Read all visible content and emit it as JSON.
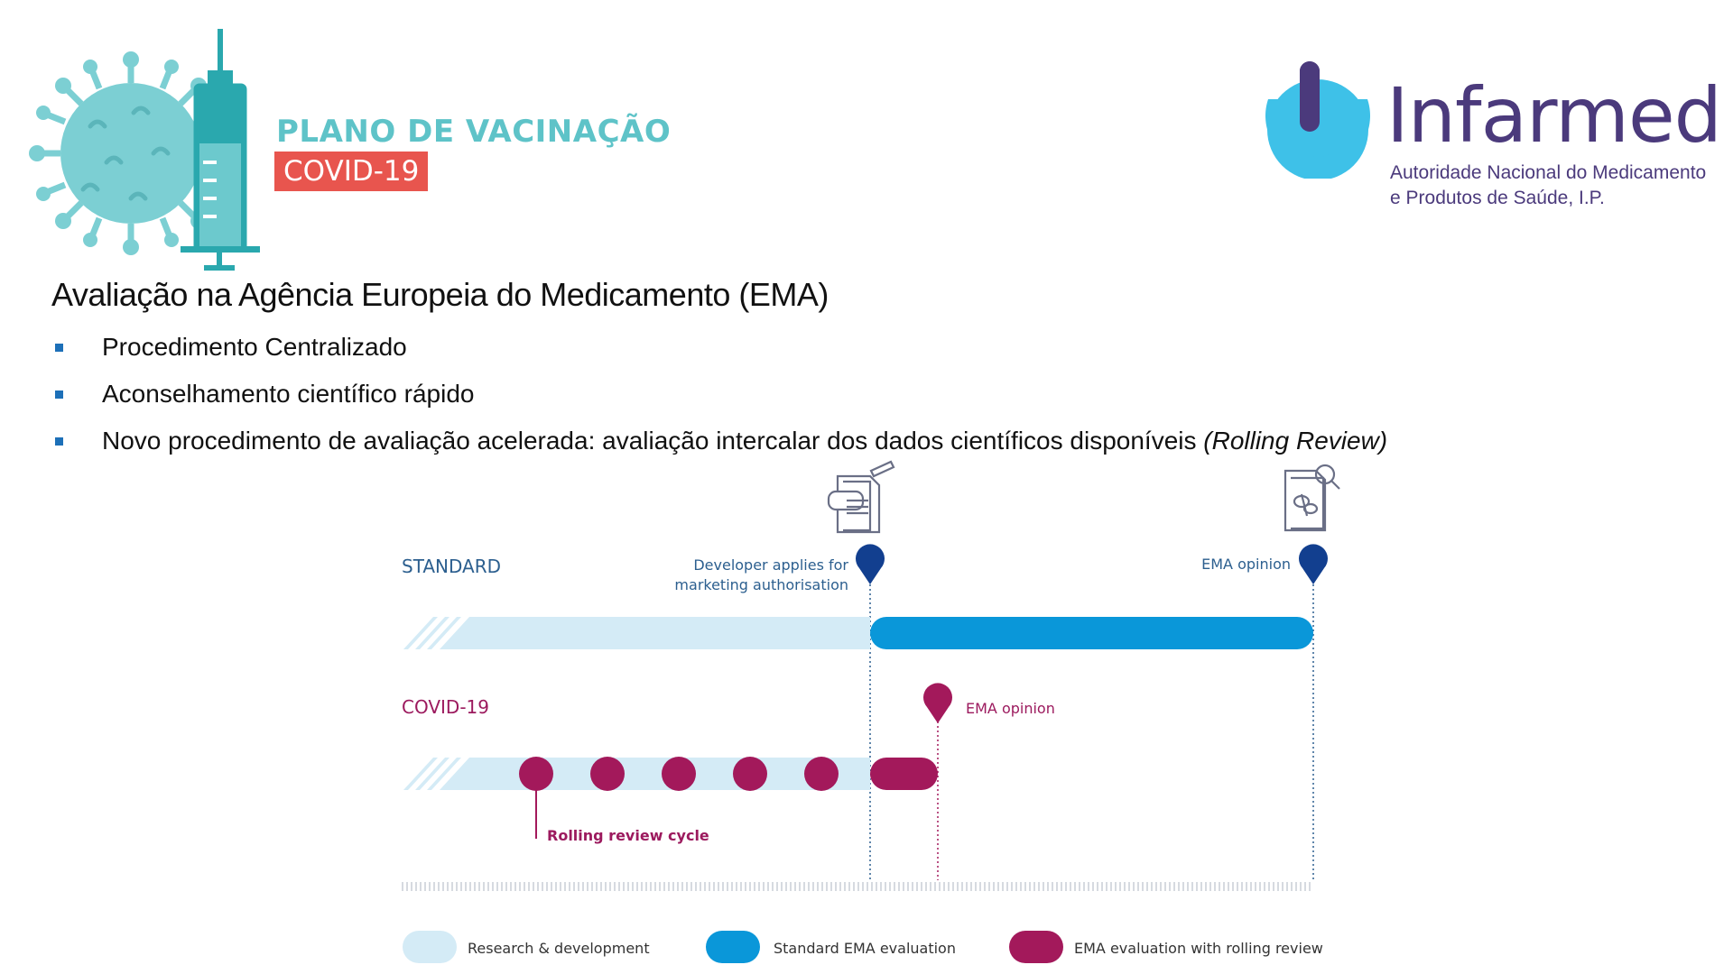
{
  "header": {
    "plan_title": "PLANO DE VACINAÇÃO",
    "covid_badge": "COVID-19",
    "brand": {
      "name": "Infarmed",
      "subtitle_line1": "Autoridade Nacional do Medicamento",
      "subtitle_line2": "e Produtos de Saúde, I.P."
    }
  },
  "content": {
    "title": "Avaliação na Agência Europeia do Medicamento (EMA)",
    "bullets": [
      {
        "text": "Procedimento Centralizado",
        "suffix": ""
      },
      {
        "text": "Aconselhamento científico rápido",
        "suffix": ""
      },
      {
        "text": "Novo procedimento de avaliação acelerada: avaliação intercalar dos dados científicos disponíveis ",
        "suffix": "(Rolling Review)"
      }
    ]
  },
  "diagram": {
    "standard_label": "STANDARD",
    "covid_label": "COVID-19",
    "developer_applies": "Developer applies for marketing authorisation",
    "ema_opinion_standard": "EMA opinion",
    "ema_opinion_covid": "EMA opinion",
    "rolling_review_cycle": "Rolling review cycle",
    "legend": [
      "Research & development",
      "Standard EMA evaluation",
      "EMA evaluation with rolling review"
    ]
  },
  "colors": {
    "teal": "#5ec3c8",
    "covid_red": "#e8554e",
    "infarmed_purple": "#4b3a7c",
    "infarmed_cyan": "#3ec1e8",
    "bullet_blue": "#1d70b8",
    "rd_light_blue": "#d4ebf6",
    "standard_blue": "#0a97d9",
    "rolling_magenta": "#a3195b",
    "pin_navy": "#123f8f"
  },
  "icons": {
    "virus": "virus-icon",
    "syringe": "syringe-icon",
    "document_hand": "document-hand-icon",
    "document_magnifier": "document-magnifier-icon",
    "pin": "map-pin-icon"
  }
}
